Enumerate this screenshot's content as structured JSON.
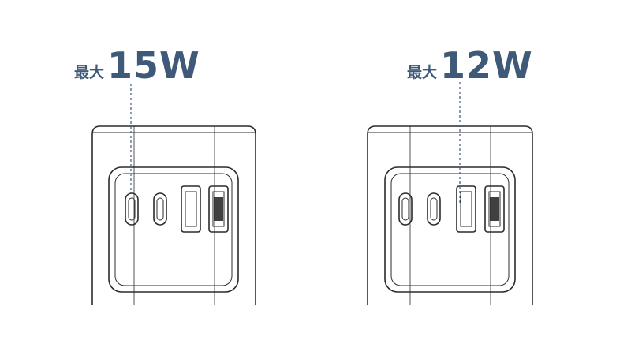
{
  "colors": {
    "accent": "#3f5a78",
    "line": "#2b2b2b",
    "background": "#ffffff"
  },
  "chargers": [
    {
      "prefix": "最大",
      "value": "15W",
      "ports": [
        "usb-c-port",
        "usb-c-port",
        "usb-a-port",
        "usb-a-port"
      ],
      "highlighted_port": 1
    },
    {
      "prefix": "最大",
      "value": "12W",
      "ports": [
        "usb-c-port",
        "usb-c-port",
        "usb-a-port",
        "usb-a-port"
      ],
      "highlighted_port": 3
    }
  ]
}
